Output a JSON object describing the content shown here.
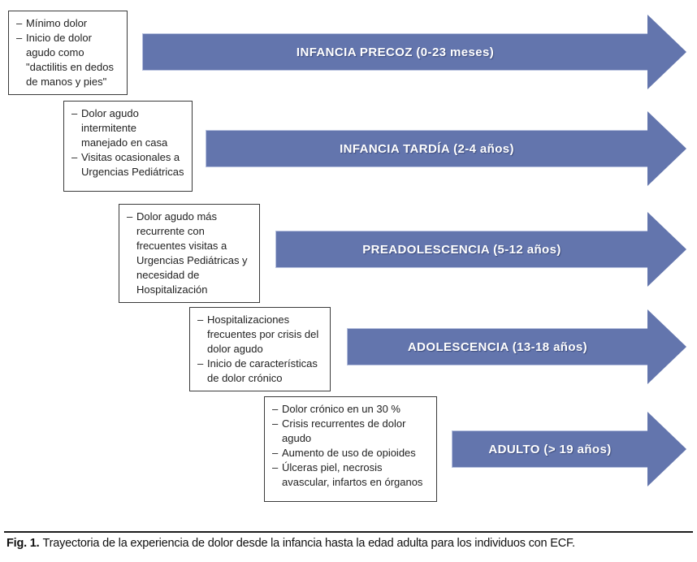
{
  "figure": {
    "caption_label": "Fig. 1.",
    "caption_text": "Trayectoria de la experiencia de dolor desde la infancia hasta la edad adulta para los individuos con ECF."
  },
  "colors": {
    "arrow_blue": "#6375ad",
    "arrow_edge": "#b6c0de",
    "box_border": "#3a3a3a"
  },
  "stages": [
    {
      "label": "INFANCIA PRECOZ (0-23 meses)",
      "notes": [
        "Mínimo dolor",
        "Inicio de dolor agudo como \"dactilitis en dedos de manos y pies\""
      ]
    },
    {
      "label": "INFANCIA TARDÍA (2-4 años)",
      "notes": [
        "Dolor agudo intermitente manejado en casa",
        "Visitas ocasionales a Urgencias Pediátricas"
      ]
    },
    {
      "label": "PREADOLESCENCIA (5-12 años)",
      "notes": [
        "Dolor agudo más recurrente con frecuentes visitas a Urgencias Pediátricas y necesidad de Hospitalización"
      ]
    },
    {
      "label": "ADOLESCENCIA (13-18 años)",
      "notes": [
        "Hospitalizaciones frecuentes por crisis del dolor agudo",
        "Inicio de características de dolor crónico"
      ]
    },
    {
      "label": "ADULTO (> 19 años)",
      "notes": [
        "Dolor crónico en un 30 %",
        "Crisis recurrentes de dolor agudo",
        "Aumento de uso de opioides",
        "Úlceras piel, necrosis avascular, infartos en órganos"
      ]
    }
  ]
}
